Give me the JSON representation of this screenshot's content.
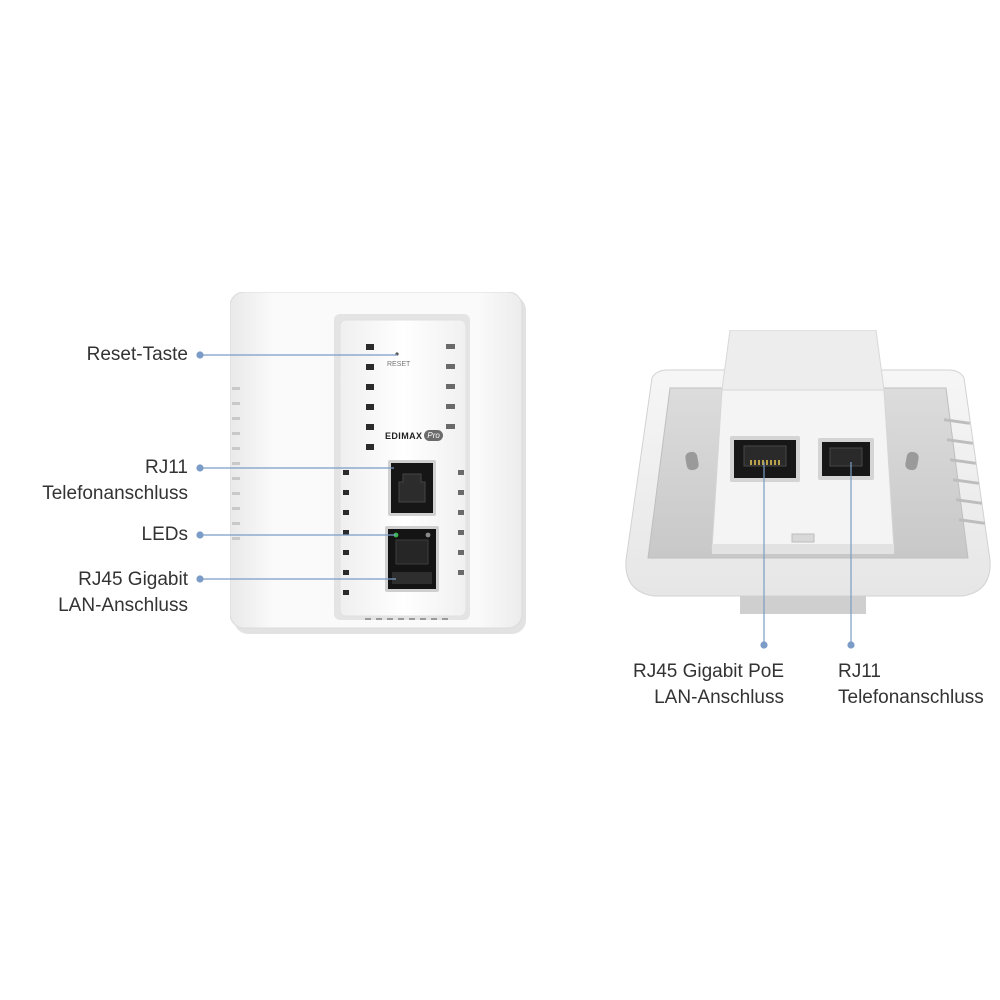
{
  "device_front": {
    "reset_print": "RESET",
    "logo_print": "EDIMAX",
    "logo_badge": "Pro"
  },
  "callouts_left": {
    "reset": "Reset-Taste",
    "rj11": "RJ11 Telefonanschluss",
    "leds": "LEDs",
    "rj45_line1": "RJ45 Gigabit",
    "rj45_line2": "LAN-Anschluss"
  },
  "callouts_bottom": {
    "rj45_line1": "RJ45 Gigabit PoE",
    "rj45_line2": "LAN-Anschluss",
    "rj11_line1": "RJ11",
    "rj11_line2": "Telefonanschluss"
  },
  "colors": {
    "leader_line": "#7a9cc6",
    "device_white": "#f7f7f7",
    "port_dark": "#1f1f1f",
    "led_green": "#39b54a"
  }
}
